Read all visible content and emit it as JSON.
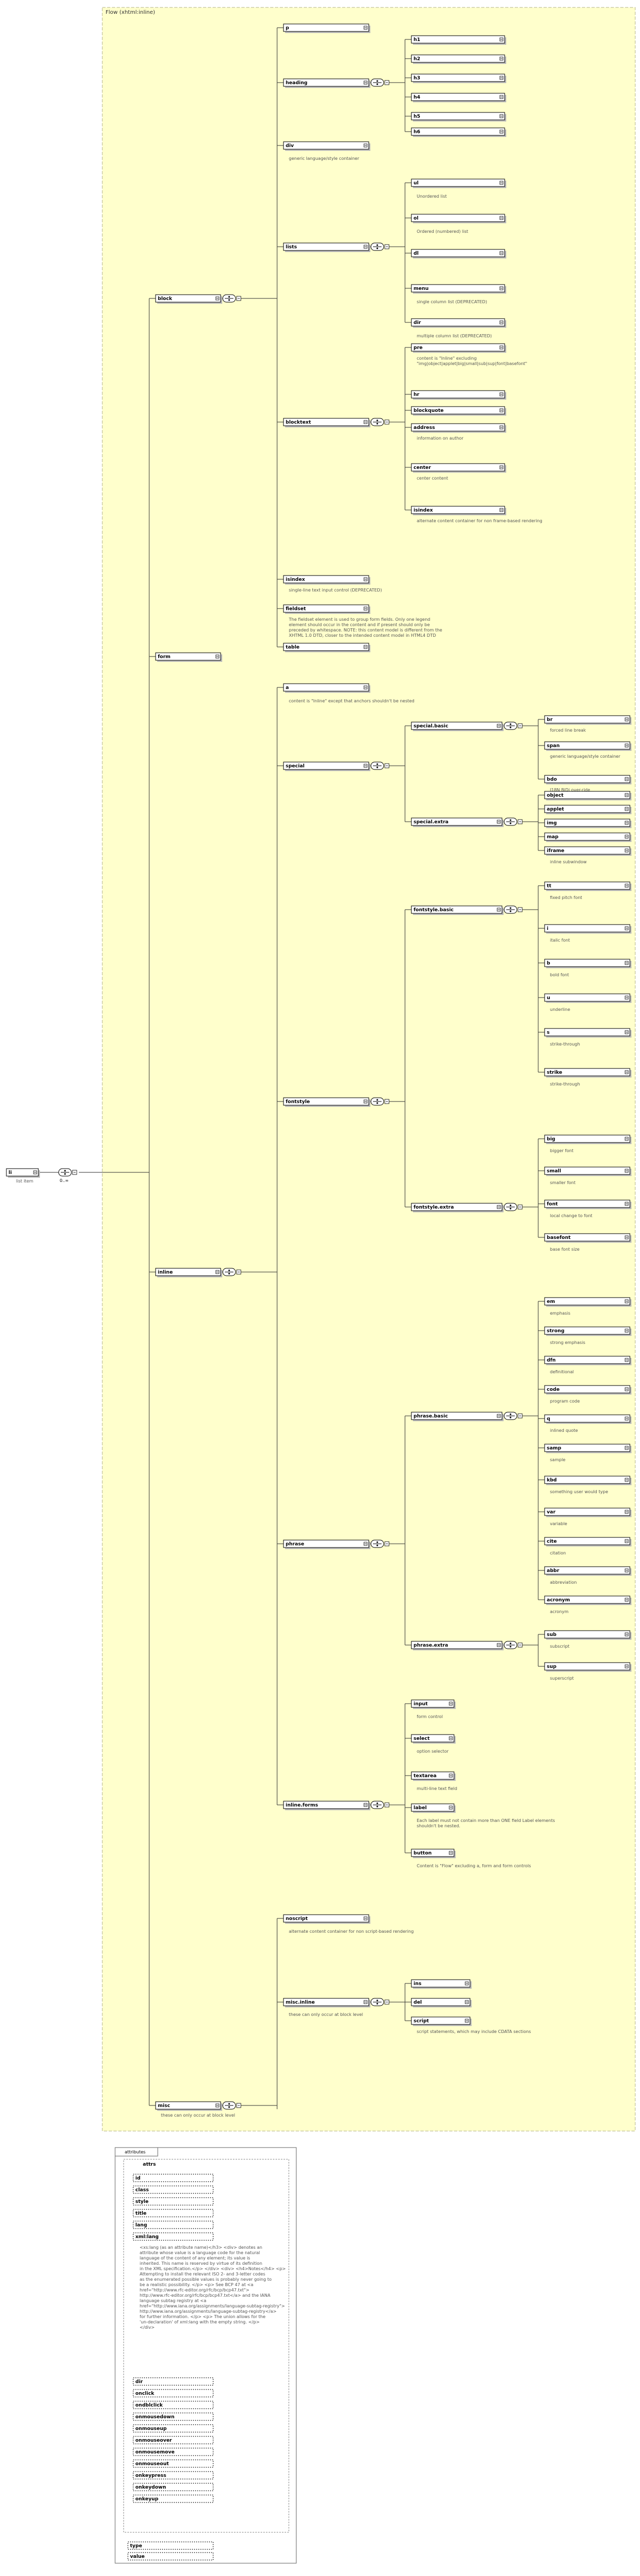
{
  "diagram": {
    "root": {
      "label": "li",
      "doc": "list item"
    },
    "group_title": "Flow (xhtml:inline)",
    "occurs": "0..∞",
    "block": {
      "label": "block",
      "children": [
        {
          "label": "p"
        },
        {
          "label": "heading",
          "children": [
            "h1",
            "h2",
            "h3",
            "h4",
            "h5",
            "h6"
          ]
        },
        {
          "label": "div",
          "doc": "generic language/style container"
        },
        {
          "label": "lists",
          "children": [
            {
              "label": "ul",
              "doc": "Unordered list"
            },
            {
              "label": "ol",
              "doc": "Ordered (numbered) list"
            },
            {
              "label": "dl"
            },
            {
              "label": "menu",
              "doc": "single column list (DEPRECATED)"
            },
            {
              "label": "dir",
              "doc": "multiple column list (DEPRECATED)"
            }
          ]
        },
        {
          "label": "blocktext",
          "children": [
            {
              "label": "pre",
              "doc": "content is \"Inline\" excluding \"img|object|applet|big|small|sub|sup|font|basefont\""
            },
            {
              "label": "hr"
            },
            {
              "label": "blockquote"
            },
            {
              "label": "address",
              "doc": "information on author"
            },
            {
              "label": "center",
              "doc": "center content"
            },
            {
              "label": "isindex",
              "doc": "alternate content container for non frame-based rendering"
            }
          ]
        },
        {
          "label": "isindex",
          "doc": "single-line text input control (DEPRECATED)"
        },
        {
          "label": "fieldset",
          "doc": "The fieldset element is used to group form fields. Only one legend element should occur in the content and if present should only be preceded by whitespace. NOTE: this content model is different from the XHTML 1.0 DTD, closer to the intended content model in HTML4 DTD"
        },
        {
          "label": "table"
        }
      ]
    },
    "form": {
      "label": "form"
    },
    "inline": {
      "label": "inline",
      "children": [
        {
          "label": "a",
          "doc": "content is \"Inline\" except that anchors shouldn't be nested"
        },
        {
          "label": "special",
          "children": [
            {
              "label": "special.basic",
              "children": [
                {
                  "label": "br",
                  "doc": "forced line break"
                },
                {
                  "label": "span",
                  "doc": "generic language/style container"
                },
                {
                  "label": "bdo",
                  "doc": "I18N BiDi over-ride"
                }
              ]
            },
            {
              "label": "special.extra",
              "children": [
                {
                  "label": "object"
                },
                {
                  "label": "applet"
                },
                {
                  "label": "img"
                },
                {
                  "label": "map"
                },
                {
                  "label": "iframe",
                  "doc": "inline subwindow"
                }
              ]
            }
          ]
        },
        {
          "label": "fontstyle",
          "children": [
            {
              "label": "fontstyle.basic",
              "children": [
                {
                  "label": "tt",
                  "doc": "fixed pitch font"
                },
                {
                  "label": "i",
                  "doc": "italic font"
                },
                {
                  "label": "b",
                  "doc": "bold font"
                },
                {
                  "label": "u",
                  "doc": "underline"
                },
                {
                  "label": "s",
                  "doc": "strike-through"
                },
                {
                  "label": "strike",
                  "doc": "strike-through"
                }
              ]
            },
            {
              "label": "fontstyle.extra",
              "children": [
                {
                  "label": "big",
                  "doc": "bigger font"
                },
                {
                  "label": "small",
                  "doc": "smaller font"
                },
                {
                  "label": "font",
                  "doc": "local change to font"
                },
                {
                  "label": "basefont",
                  "doc": "base font size"
                }
              ]
            }
          ]
        },
        {
          "label": "phrase",
          "children": [
            {
              "label": "phrase.basic",
              "children": [
                {
                  "label": "em",
                  "doc": "emphasis"
                },
                {
                  "label": "strong",
                  "doc": "strong emphasis"
                },
                {
                  "label": "dfn",
                  "doc": "definitional"
                },
                {
                  "label": "code",
                  "doc": "program code"
                },
                {
                  "label": "q",
                  "doc": "inlined quote"
                },
                {
                  "label": "samp",
                  "doc": "sample"
                },
                {
                  "label": "kbd",
                  "doc": "something user would type"
                },
                {
                  "label": "var",
                  "doc": "variable"
                },
                {
                  "label": "cite",
                  "doc": "citation"
                },
                {
                  "label": "abbr",
                  "doc": "abbreviation"
                },
                {
                  "label": "acronym",
                  "doc": "acronym"
                }
              ]
            },
            {
              "label": "phrase.extra",
              "children": [
                {
                  "label": "sub",
                  "doc": "subscript"
                },
                {
                  "label": "sup",
                  "doc": "superscript"
                }
              ]
            }
          ]
        },
        {
          "label": "inline.forms",
          "children": [
            {
              "label": "input",
              "doc": "form control"
            },
            {
              "label": "select",
              "doc": "option selector"
            },
            {
              "label": "textarea",
              "doc": "multi-line text field"
            },
            {
              "label": "label",
              "doc": "Each label must not contain more than ONE field Label elements shouldn't be nested."
            },
            {
              "label": "button",
              "doc": "Content is \"Flow\" excluding a, form and form controls"
            }
          ]
        }
      ]
    },
    "misc": {
      "label": "misc",
      "doc": "these can only occur at block level",
      "children": [
        {
          "label": "noscript",
          "doc": "alternate content container for non script-based rendering"
        },
        {
          "label": "misc.inline",
          "doc": "these can only occur at block level",
          "children": [
            "ins",
            "del",
            "script"
          ]
        }
      ],
      "script_doc": "script statements, which may include CDATA sections"
    },
    "attributes": {
      "title": "attributes",
      "group": "attrs",
      "items": [
        "id",
        "class",
        "style",
        "title",
        "lang",
        "xml:lang"
      ],
      "lang_doc": "<xs:lang (as an attribute name)</h3> <div> denotes an attribute whose value is a language code for the natural language of the content of any element; its value is inherited. This name is reserved by virtue of its definition in the XML specification.</p> </div> <div> <h4>Notes</h4> <p> Attempting to install the relevant ISO 2- and 3-letter codes as the enumerated possible values is probably never going to be a realistic possibility. </p> <p> See BCP 47 at <a href=\"http://www.rfc-editor.org/rfc/bcp/bcp47.txt\"> http://www.rfc-editor.org/rfc/bcp/bcp47.txt</a> and the IANA language subtag registry at <a href=\"http://www.iana.org/assignments/language-subtag-registry\"> http://www.iana.org/assignments/language-subtag-registry</a> for further information. </p> <p> The union allows for the 'un-declaration' of xml:lang with the empty string. </p> </div>",
      "items2": [
        "dir",
        "onclick",
        "ondblclick",
        "onmousedown",
        "onmouseup",
        "onmouseover",
        "onmousemove",
        "onmouseout",
        "onkeypress",
        "onkeydown",
        "onkeyup"
      ],
      "extra": [
        "type",
        "value"
      ]
    }
  },
  "colors": {
    "panel_fill": "#ffffcc",
    "panel_border": "#c8c8a0",
    "box_fill": "#ffffff",
    "line": "#333333"
  }
}
